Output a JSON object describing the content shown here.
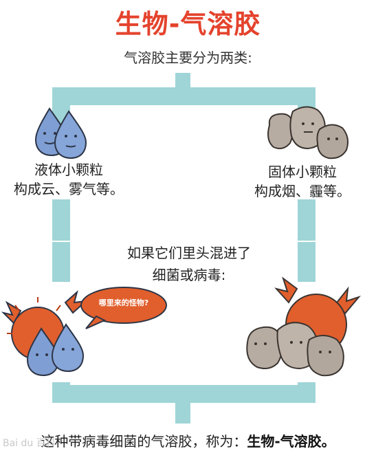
{
  "title": "生物-气溶胶",
  "subtitle": "气溶胶主要分为两类:",
  "liquid": {
    "line1": "液体小颗粒",
    "line2": "构成云、雾气等。"
  },
  "solid": {
    "line1": "固体小颗粒",
    "line2": "构成烟、霾等。"
  },
  "middle": {
    "line1": "如果它们里头混进了",
    "line2": "细菌或病毒:"
  },
  "speech_bubble": "哪里来的怪物?",
  "bottom": {
    "prefix": "这种带病毒细菌的气溶胶，称为：",
    "emphasis": "生物-气溶胶。"
  },
  "watermark": "Bai du 百科",
  "colors": {
    "title_red": "#e4432d",
    "frame_teal": "#9fd5d7",
    "droplet_blue": "#7f9ed3",
    "particle_gray": "#b7aca2",
    "virus_orange": "#e15f2d"
  }
}
